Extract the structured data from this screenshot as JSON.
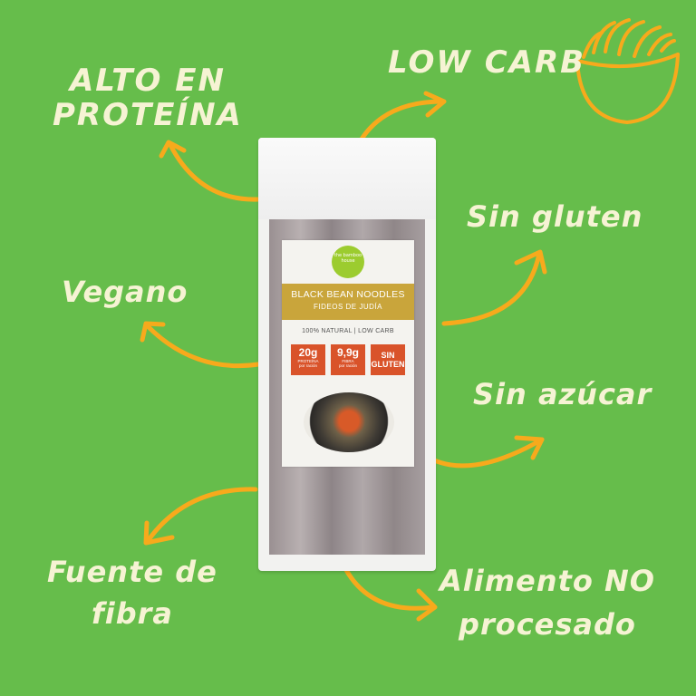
{
  "background_color": "#66bd4b",
  "accent_color": "#f7aa1c",
  "text_color": "#f6f3d4",
  "features": {
    "protein": {
      "line1": "ALTO EN",
      "line2": "PROTEÍNA"
    },
    "low_carb": "LOW CARB",
    "gluten_free": "Sin gluten",
    "vegan": "Vegano",
    "sugar_free": "Sin azúcar",
    "fiber": {
      "line1": "Fuente de",
      "line2": "fibra"
    },
    "unprocessed": {
      "line1": "Alimento NO",
      "line2": "procesado"
    }
  },
  "icons": {
    "bowl": "noodle-bowl-icon"
  },
  "product": {
    "logo_text": "the bamboo house",
    "name": "BLACK BEAN NOODLES",
    "subtitle": "FIDEOS DE JUDÍA",
    "claims": "100% NATURAL | LOW CARB",
    "badges": [
      {
        "value": "20g",
        "caption1": "PROTEÍNA",
        "caption2": "por ración"
      },
      {
        "value": "9,9g",
        "caption1": "FIBRA",
        "caption2": "por ración"
      },
      {
        "value": "SIN",
        "caption1": "GLUTEN"
      }
    ],
    "badge_color": "#d9532a",
    "band_color": "#c9a53b"
  }
}
